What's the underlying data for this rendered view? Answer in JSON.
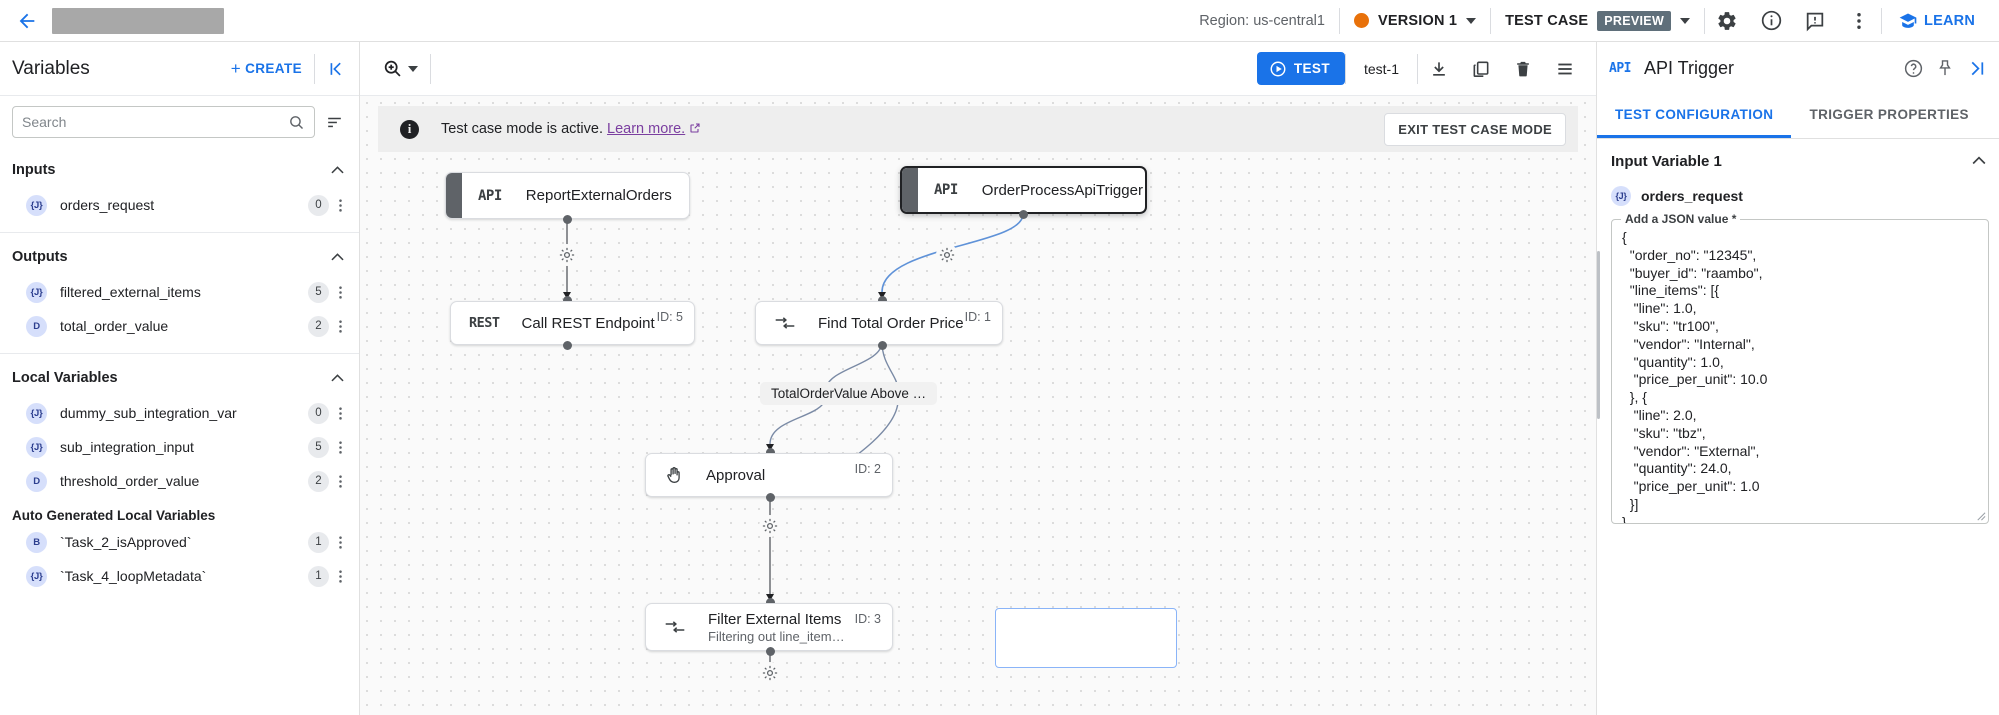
{
  "header": {
    "back_icon": "arrow-left-icon",
    "title_redacted": "",
    "region": "Region: us-central1",
    "version_label": "VERSION 1",
    "version_color": "#e8710a",
    "testcase_label": "TEST CASE",
    "preview_chip": "PREVIEW",
    "icons": [
      "gear-icon",
      "info-icon",
      "feedback-icon",
      "more-vert-icon"
    ],
    "learn_label": "LEARN"
  },
  "left_panel": {
    "title": "Variables",
    "create_label": "CREATE",
    "create_plus": "+",
    "collapse_icon": "collapse-left-icon",
    "search": {
      "value": "",
      "placeholder": "Search"
    },
    "sections": [
      {
        "title": "Inputs",
        "items": [
          {
            "type": "{J}",
            "name": "orders_request",
            "count": "0"
          }
        ]
      },
      {
        "title": "Outputs",
        "items": [
          {
            "type": "{J}",
            "name": "filtered_external_items",
            "count": "5"
          },
          {
            "type": "D",
            "name": "total_order_value",
            "count": "2"
          }
        ]
      },
      {
        "title": "Local Variables",
        "items": [
          {
            "type": "{J}",
            "name": "dummy_sub_integration_var",
            "count": "0"
          },
          {
            "type": "{J}",
            "name": "sub_integration_input",
            "count": "5"
          },
          {
            "type": "D",
            "name": "threshold_order_value",
            "count": "2"
          }
        ],
        "subtitle": "Auto Generated Local Variables",
        "sub_items": [
          {
            "type": "B",
            "name": "`Task_2_isApproved`",
            "count": "1"
          },
          {
            "type": "{J}",
            "name": "`Task_4_loopMetadata`",
            "count": "1"
          }
        ]
      }
    ]
  },
  "canvas_toolbar": {
    "zoom_icon": "zoom-in-icon",
    "test_label": "TEST",
    "testcase_name": "test-1",
    "icons": [
      "download-icon",
      "copy-icon",
      "delete-icon",
      "list-icon"
    ]
  },
  "canvas": {
    "banner": {
      "info_icon": "info-icon",
      "text": "Test case mode is active.",
      "link": "Learn more.",
      "link_external_icon": "external-link-icon",
      "exit_label": "EXIT TEST CASE MODE"
    },
    "nodes": [
      {
        "id": "report-external-orders",
        "badge": "API",
        "title": "ReportExternalOrders",
        "subtitle": "",
        "node_id": "",
        "icon": "api-icon"
      },
      {
        "id": "order-process-api-trigger",
        "badge": "API",
        "title": "OrderProcessApiTrigger",
        "subtitle": "",
        "node_id": "",
        "icon": "api-icon"
      },
      {
        "id": "call-rest-endpoint",
        "badge": "REST",
        "title": "Call REST Endpoint",
        "subtitle": "",
        "node_id": "ID: 5",
        "icon": "rest-icon"
      },
      {
        "id": "find-total-order-price",
        "badge": "",
        "title": "Find Total Order Price",
        "subtitle": "",
        "node_id": "ID: 1",
        "icon": "data-mapping-icon"
      },
      {
        "id": "approval",
        "badge": "",
        "title": "Approval",
        "subtitle": "",
        "node_id": "ID: 2",
        "icon": "hand-icon"
      },
      {
        "id": "filter-external-items",
        "badge": "",
        "title": "Filter External Items",
        "subtitle": "Filtering out line_items whi…",
        "node_id": "ID: 3",
        "icon": "data-mapping-icon"
      }
    ],
    "edge_label": "TotalOrderValue Above …"
  },
  "right_panel": {
    "api_badge": "API",
    "title": "API Trigger",
    "icons": [
      "help-icon",
      "pin-icon",
      "collapse-right-icon"
    ],
    "tabs": [
      {
        "label": "TEST CONFIGURATION",
        "active": true
      },
      {
        "label": "TRIGGER PROPERTIES",
        "active": false
      }
    ],
    "input_variable": {
      "title": "Input Variable 1",
      "chevron": "chevron-up-icon",
      "var_type": "{J}",
      "var_name": "orders_request",
      "json_legend": "Add a JSON value *",
      "json_value": "{\n  \"order_no\": \"12345\",\n  \"buyer_id\": \"raambo\",\n  \"line_items\": [{\n   \"line\": 1.0,\n   \"sku\": \"tr100\",\n   \"vendor\": \"Internal\",\n   \"quantity\": 1.0,\n   \"price_per_unit\": 10.0\n  }, {\n   \"line\": 2.0,\n   \"sku\": \"tbz\",\n   \"vendor\": \"External\",\n   \"quantity\": 24.0,\n   \"price_per_unit\": 1.0\n  }]\n}"
    }
  }
}
